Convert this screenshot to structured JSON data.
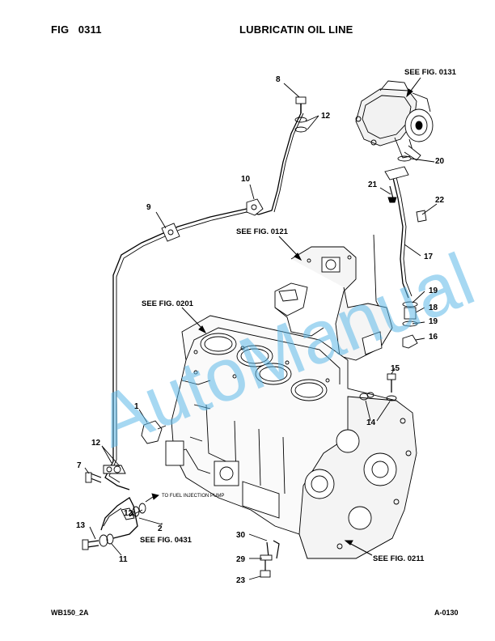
{
  "header": {
    "fig_label": "FIG",
    "fig_number": "0311",
    "title": "LUBRICATIN OIL LINE"
  },
  "footer": {
    "model": "WB150_2A",
    "page_code": "A-0130"
  },
  "watermark": "AutoManual",
  "references": {
    "fig_0131": "SEE FIG. 0131",
    "fig_0121": "SEE FIG. 0121",
    "fig_0201": "SEE FIG. 0201",
    "fig_0431": "SEE FIG. 0431",
    "fig_0211": "SEE FIG. 0211"
  },
  "note_injection_pump": "TO FUEL INJECTION PUMP",
  "callouts": {
    "c1": "1",
    "c2": "2",
    "c7": "7",
    "c8": "8",
    "c9": "9",
    "c10": "10",
    "c11": "11",
    "c12a": "12",
    "c12b": "12",
    "c12c": "12",
    "c13": "13",
    "c14": "14",
    "c15": "15",
    "c16": "16",
    "c17": "17",
    "c18": "18",
    "c19a": "19",
    "c19b": "19",
    "c20": "20",
    "c21": "21",
    "c22": "22",
    "c23": "23",
    "c29": "29",
    "c30": "30"
  },
  "colors": {
    "watermark": "#5cb8e8",
    "ink": "#000000"
  }
}
